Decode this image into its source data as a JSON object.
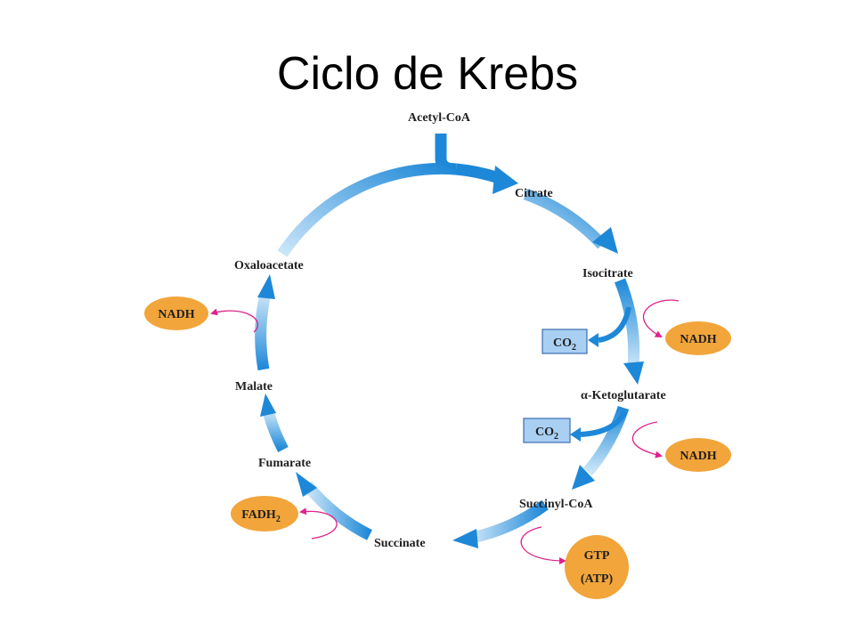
{
  "slide": {
    "title": "Ciclo de Krebs"
  },
  "cycle": {
    "input": "Acetyl-CoA",
    "intermediates": {
      "citrate": "Citrate",
      "isocitrate": "Isocitrate",
      "alpha_ketoglutarate": "α-Ketoglutarate",
      "succinyl_coa": "Succinyl-CoA",
      "succinate": "Succinate",
      "fumarate": "Fumarate",
      "malate": "Malate",
      "oxaloacetate": "Oxaloacetate"
    },
    "products": {
      "co2_1": {
        "base": "CO",
        "sub": "2"
      },
      "co2_2": {
        "base": "CO",
        "sub": "2"
      },
      "nadh_1": "NADH",
      "nadh_2": "NADH",
      "nadh_3": "NADH",
      "fadh2": {
        "base": "FADH",
        "sub": "2"
      },
      "gtp": "GTP",
      "atp": "(ATP)"
    },
    "colors": {
      "cycle_blue": "#1E88D8",
      "cycle_light": "#CBE6F8",
      "product_oval": "#F2A53B",
      "co2_box": "#A9CFF3",
      "co2_border": "#3A6FB0",
      "side_arrow": "#E0218A"
    }
  }
}
